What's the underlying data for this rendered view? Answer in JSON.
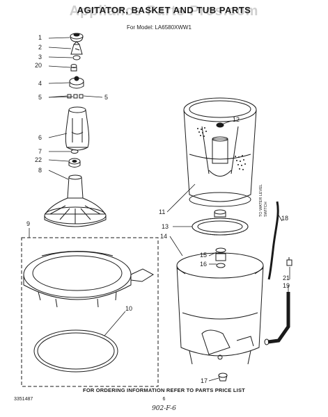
{
  "header": {
    "title": "AGITATOR, BASKET AND TUB PARTS",
    "watermark": "Appliance Parts Pros.com",
    "model": "For Model: LA6580XWW1"
  },
  "callouts": {
    "p1": "1",
    "p2": "2",
    "p3": "3",
    "p20": "20",
    "p4": "4",
    "p5a": "5",
    "p5b": "5",
    "p6": "6",
    "p7": "7",
    "p22": "22",
    "p8": "8",
    "p9": "9",
    "p10": "10",
    "p12": "12",
    "p11": "11",
    "p13": "13",
    "p14": "14",
    "p15": "15",
    "p16": "16",
    "p18": "18",
    "p21": "21",
    "p19": "19",
    "p17": "17"
  },
  "side_label": "TO WATER LEVEL\nSWITCH",
  "footer": {
    "instruction": "FOR ORDERING INFORMATION REFER TO PARTS PRICE LIST",
    "code": "3351487",
    "page": "6",
    "handwritten": "902-F-6"
  }
}
